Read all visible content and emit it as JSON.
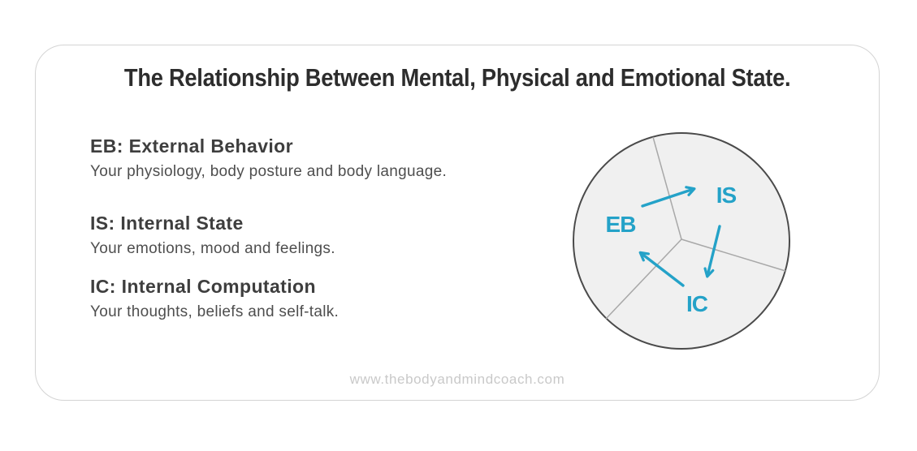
{
  "page": {
    "title": "The Relationship Between Mental, Physical and Emotional State.",
    "watermark": "www.thebodyandmindcoach.com"
  },
  "definitions": [
    {
      "heading": "EB: External Behavior",
      "description": "Your physiology, body posture and body language."
    },
    {
      "heading": "IS: Internal State",
      "description": "Your emotions, mood and feelings."
    },
    {
      "heading": "IC: Internal Computation",
      "description": "Your thoughts, beliefs and self-talk."
    }
  ],
  "diagram": {
    "type": "cycle",
    "nodes": {
      "eb": "EB",
      "is": "IS",
      "ic": "IC"
    },
    "flows": [
      "EB to IS",
      "IS to IC",
      "IC to EB"
    ],
    "colors": {
      "accent": "#24a2c8",
      "circle_fill": "#f0f0f0",
      "circle_stroke": "#4a4a4a",
      "divider": "#a8a8a8"
    }
  }
}
